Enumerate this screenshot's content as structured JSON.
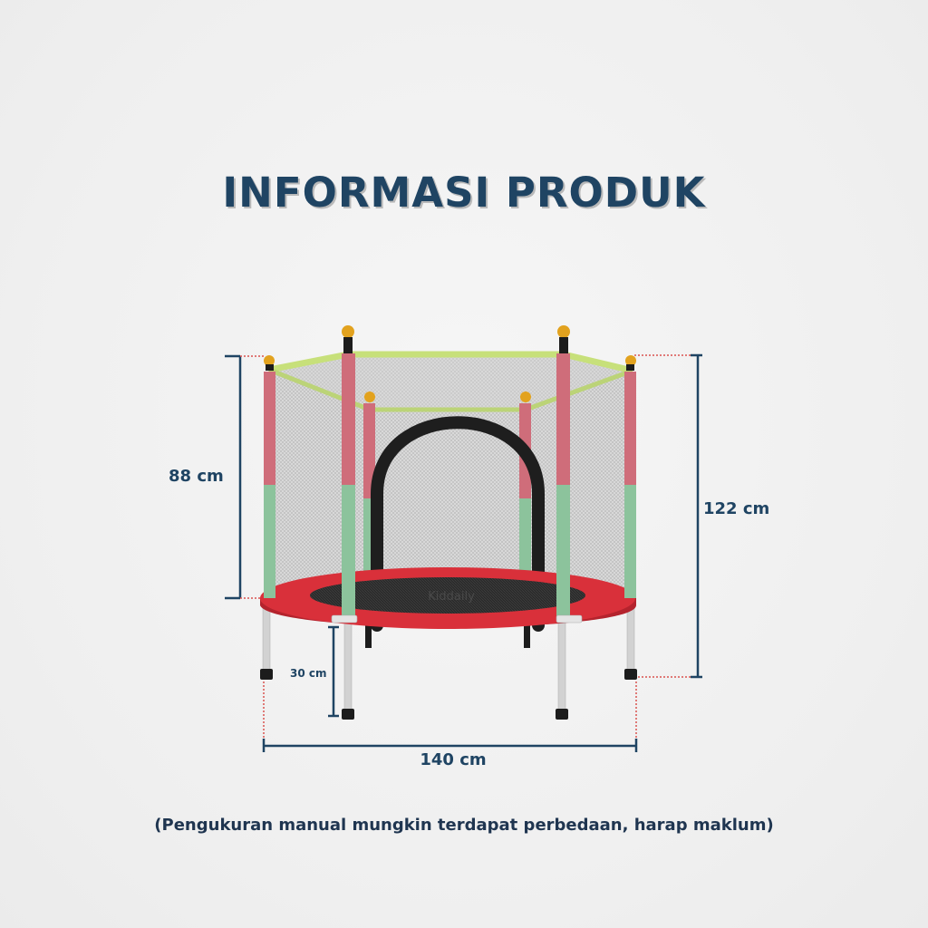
{
  "header": {
    "title": "INFORMASI PRODUK"
  },
  "dimensions": {
    "net_height": "88 cm",
    "total_height": "122 cm",
    "leg_height": "30 cm",
    "diameter": "140 cm"
  },
  "footer": {
    "note": "(Pengukuran manual mungkin terdapat perbedaan, harap maklum)"
  },
  "product": {
    "brand_watermark": "Kiddaily"
  },
  "colors": {
    "text": "#1f4463",
    "dimension_line": "#1f4463",
    "guide_dotted": "#d9534f",
    "pad_red": "#d9303a",
    "pole_pink": "#cf6d7a",
    "pole_green": "#8cc39c",
    "top_rail": "#c7e07a",
    "knob": "#e2a21e"
  }
}
